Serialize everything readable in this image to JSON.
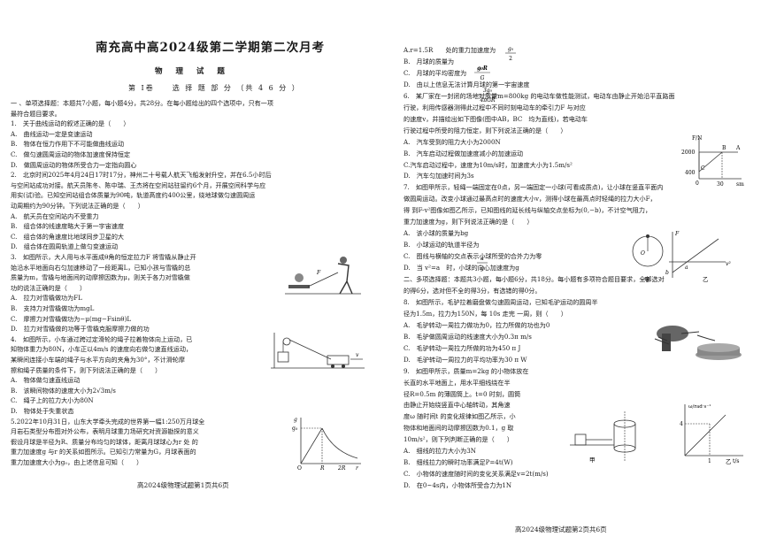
{
  "left": {
    "title": "南充高中高2024级第二学期第二次月考",
    "subject": "物 理 试 题",
    "part1": "第 Ⅰ卷　　选 择 题 部 分 （共 4 6 分 ）",
    "lines": [
      "一 、单项选择题：本题共7小题，每小题4分，共28分。在每小题给出的四个选项中，只有一项",
      "最符合题目要求。",
      "1.　关于曲线运动的叙述正确的是（　　）",
      "A.　曲线运动一定是变速运动",
      "B.　物体在恒力作用下不可能做曲线运动",
      "C.　做匀速圆周运动的物体加速度保持恒定",
      "D.　做圆周运动的物体所受合力一定指向圆心",
      "2.　北京时间2025年4月24日17时17分，神州二十号载人航天飞船发射升空，并在6.5小时后",
      "与空间站成功对接。航天员陈冬、陈中瑞、王杰将在空间站驻留约6个月，开展空间科学与应",
      "用实(试)验。已知空间站组合体质量为90吨，轨道高度约400公里，绕地球做匀速圆周运",
      "动周期约为90分钟。下列说法正确的是（　　）",
      "A.　航天员在空间站内不受重力",
      "B.　组合体的线速度略大于第一宇宙速度",
      "C.　组合体的角速度比地球同步卫星的大",
      "D.　组合体在圆周轨道上做匀变速运动",
      "3.　如图所示，大人用与水平面成θ角的恒定拉力F 将雪橇从静止开",
      "始沿水平地面向右匀加速移动了一段距离L，已知小孩与雪橇的总",
      "质量为m，雪橇与地面间的动摩擦因数为μ，则关于各力对雪橇做",
      "功的说法正确的是（　　）",
      "A.　拉力对雪橇做功为FL",
      "B.　支持力对雪橇做功为mgL",
      "C.　摩擦力对雪橇做功为−μ(mg−Fsinθ)L",
      "D.　拉力对雪橇做的功等于雪橇克服摩擦力做的功",
      "4.　如图所示，小车通过跨过定滑轮的绳子拉着物体向上运动，已",
      "知物体重力为80N，小车正以4m/s 的速度向右做匀速直线运动，",
      "某瞬间连接小车端的绳子与水平方向的夹角为30°，不计滑轮摩",
      "擦和绳子质量的条件下，则下列说法正确的是（　　）",
      "A.　物体做匀速直线运动",
      "B.　该瞬间物体的速度大小为2√3m/s",
      "C.　绳子上的拉力大小为80N",
      "D.　物体处于失重状态",
      "5.2022年10月31日，山东大学牵头完成的世界第一幅1:250万月球全",
      "月岩石类型分布图对外公布，表明月球重力场研究对资源勘探的意义",
      "假设月球是半径为R、质量分布均匀的球体，距离月球球心为r 处 的",
      "重力加速度g 与r 的关系如图所示。已知引力常量为G，月球表面的",
      "重力加速度大小为g₀，由上述信息可知（　　）"
    ],
    "footer": "高2024级物理试题第1页共6页"
  },
  "right": {
    "lines": [
      "A.r=1.5R　　处的重力加速度为",
      "B.　月球的质量为",
      "C.　月球的平均密度为",
      "D.　由以上信息无法计算月球的第一宇宙速度",
      "6.　某厂家在一封闭的场地对质量m=800kg 的电动车做性能测试，电动车由静止开始沿平直路面",
      "行驶，利用传感器测得此过程中不同时刻电动车的牵引力F 与对应",
      "的速度v，并描绘出如下图像(图中AB，BC　均为直线)，若电动车",
      "行驶过程中所受的阻力恒定，则下列说法正确的是（　　）",
      "A.　汽车受到的阻力大小为2000N",
      "B.　汽车启动过程做加速度减小的加速运动",
      "C.汽车启动过程中，速度为10m/s时，加速度大小为1.5m/s²",
      "D.　汽车匀加速时间为3s",
      "7.　如图甲所示，轻绳一端固定在0点，另一端固定一小球(可看成质点)，让小球在竖直平面内",
      "做圆周运动。改变小球通过最高点时的速度大小v，测得小球在最高点时轻绳的拉力大小F，",
      "得 到F-v²图像如图乙所示，已知图线的延长线与纵轴交点坐标为(0,−b)，不计空气阻力，",
      "重力加速度为g，则下列说法正确的是（　　）",
      "A.　该小球的质量为bg",
      "B.　小球运动的轨道半径为",
      "C.　图线与横轴的交点表示小球所受的合外力为零",
      "D.　当 v²=a　时，小球的向心加速度为g",
      "二、多项选择题：本题共3小题，每小题6分，共18分。每小题有多项符合题目要求，全部选对",
      "的得6分，选对但不全的得3分，有选错的得0分。",
      "8.　如图所示，毛驴拉着磨盘做匀速圆周运动，已知毛驴运动的圆周半",
      "径为1.5m，拉力为150N，每 10s 走完 一周，则（　　）",
      "A.　毛驴转动一周拉力做功为0，拉力所做的功也为0",
      "B.　毛驴做圆周运动的线速度大小为0.3π m/s",
      "C.　毛驴转动一周拉力所做的功为450 π J",
      "D.　毛驴转动一周拉力的平均功率为30 π W",
      "9.　如图甲所示，质量m=2kg 的小物体放在",
      "长直的水平地面上，用水平细线绕在半",
      "径R=0.5m 的薄圆筒上。t=0 时刻，圆筒",
      "由静止开始绕竖直中心轴转动，其角速",
      "度ω 随时间t 的变化规律如图乙所示，小",
      "物体和地面间的动摩擦因数为0.1，g 取",
      "10m/s²，则下列判断正确的是（　　）",
      "A.　细线的拉力大小为3N",
      "B.　细线拉力的瞬时功率满足P=4t(W)",
      "C.　小物体的速度随时间的变化关系满足v=2t(m/s)",
      "D.　在0~4s内，小物体所受合力为1N"
    ],
    "fractions": {
      "q5a": {
        "num": "g₀",
        "den": "2"
      },
      "q5b": {
        "num": "g₀R",
        "den": "G"
      },
      "q5c": {
        "num": "3g₀",
        "den": "4πGR"
      },
      "q7b": {
        "num": "a",
        "den": "g"
      }
    },
    "graph6": {
      "ylabel": "F/N",
      "xlabel": "sm",
      "y1": "2000",
      "y2": "400",
      "x0": "0",
      "x1": "30",
      "B": "B",
      "A": "A",
      "C": "C"
    },
    "graph7": {
      "label_jia": "甲",
      "label_yi": "乙",
      "O": "O",
      "F": "F",
      "v2": "v²",
      "a": "a",
      "b": "b"
    },
    "graph9": {
      "label_jia": "甲",
      "label_yi": "乙",
      "ylabel": "ω/rad·s⁻¹",
      "xlabel": "t/s",
      "y": "4",
      "x": "1"
    },
    "footer": "高2024级物理试题第2页共6页"
  },
  "left_graph5": {
    "g": "g",
    "g0": "g₀",
    "O": "O",
    "R": "R",
    "R2": "2R",
    "r": "r"
  }
}
